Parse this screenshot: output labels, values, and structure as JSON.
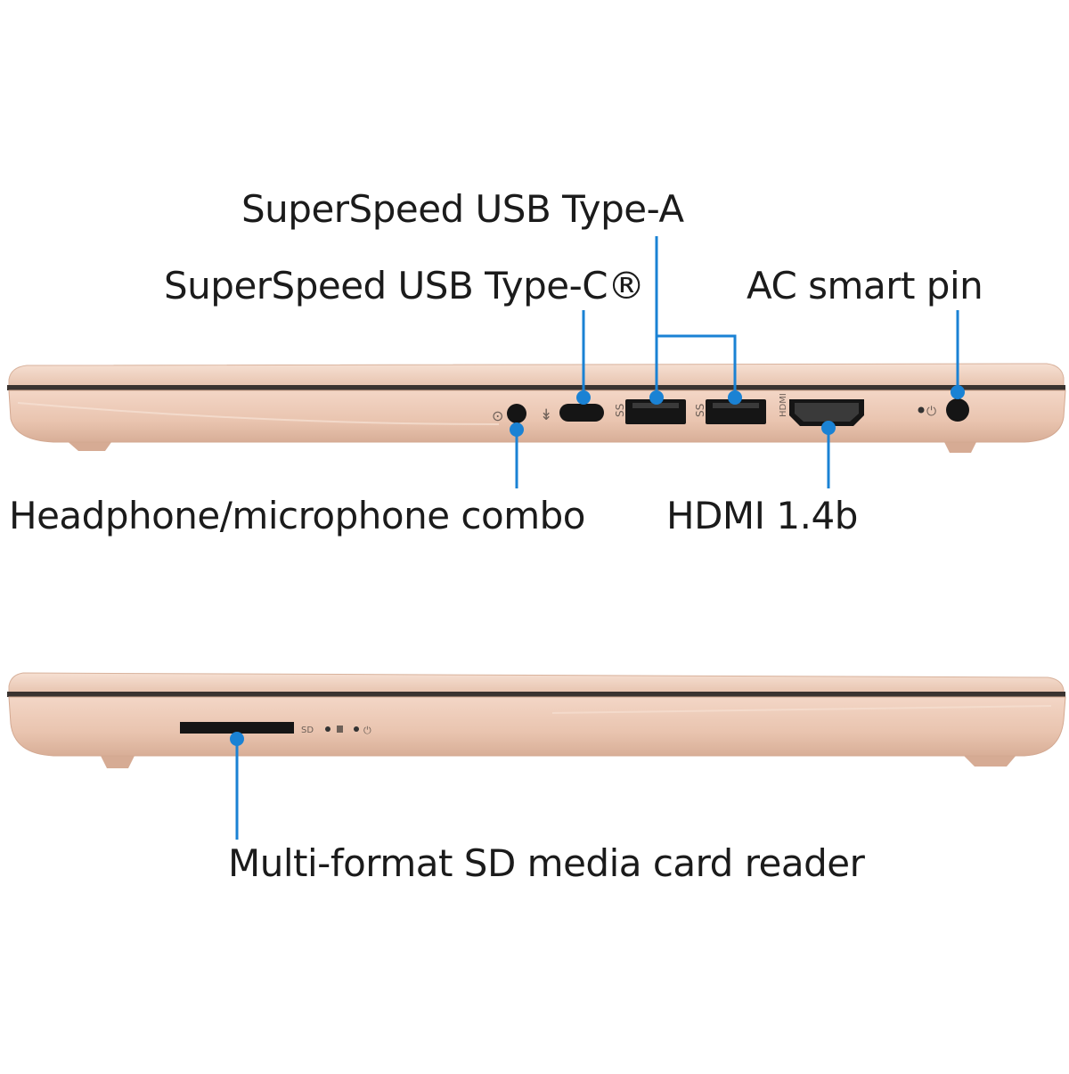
{
  "labels": {
    "usb_type_a": "SuperSpeed USB Type-A",
    "usb_type_c": "SuperSpeed USB Type-C®",
    "ac_smart_pin": "AC smart pin",
    "headphone_combo": "Headphone/microphone combo",
    "hdmi": "HDMI 1.4b",
    "sd_reader": "Multi-format SD media card reader"
  },
  "port_marks": {
    "sd_text": "SD"
  },
  "colors": {
    "callout": "#1a82d4",
    "body_light": "#f3d7c8",
    "body_mid": "#e8c2ad",
    "body_dark": "#caa08a",
    "seam": "#3a3330",
    "port": "#151515"
  }
}
